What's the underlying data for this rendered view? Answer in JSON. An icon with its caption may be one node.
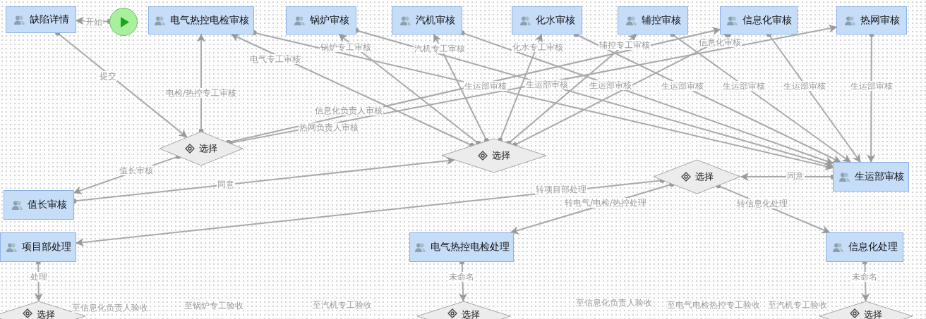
{
  "diagram": {
    "nodes": [
      {
        "text": [
          "缺陷详情"
        ]
      },
      {
        "text": [],
        "shape": "circle"
      },
      {
        "text": [
          "电气热控电检审核"
        ]
      },
      {
        "text": [
          "锅炉审核"
        ]
      },
      {
        "text": [
          "汽机审核"
        ]
      },
      {
        "text": [
          "化水审核"
        ]
      },
      {
        "text": [
          "辅控审核"
        ]
      },
      {
        "text": [
          "信息化审核"
        ]
      },
      {
        "text": [
          "热网审核"
        ]
      },
      {
        "text": [
          "选择"
        ]
      },
      {
        "text": [
          "选择"
        ]
      },
      {
        "text": [
          "值长审核"
        ]
      },
      {
        "text": [
          "选择"
        ]
      },
      {
        "text": [
          "生运部审核"
        ]
      },
      {
        "text": [
          "项目部处理"
        ]
      },
      {
        "text": [
          "电气热控电检处理"
        ]
      },
      {
        "text": [
          "信息化处理"
        ]
      },
      {
        "text": [
          "选择"
        ]
      },
      {
        "text": [
          "选择"
        ]
      },
      {
        "text": [
          "选择"
        ]
      }
    ],
    "edges": [
      {
        "from": 1,
        "to": 0,
        "arrow": "to",
        "label": "开始"
      },
      {
        "from": 0,
        "to": 9,
        "arrow": "to",
        "label": "提交"
      },
      {
        "from": 9,
        "to": 2,
        "arrow": "to",
        "label": "电检/热控专工审核"
      },
      {
        "from": 9,
        "to": 11,
        "arrow": "to",
        "label": "值长审核"
      },
      {
        "from": 9,
        "to": 7,
        "arrow": "to",
        "label": "信息化负责人审核"
      },
      {
        "from": 9,
        "to": 8,
        "arrow": "to",
        "label": "热网负责人审核"
      },
      {
        "from": 11,
        "to": 10,
        "arrow": "to",
        "label": "同意"
      },
      {
        "from": 10,
        "to": 2,
        "arrow": "to",
        "label": "电气专工审核"
      },
      {
        "from": 10,
        "to": 3,
        "arrow": "to",
        "label": "锅炉专工审核"
      },
      {
        "from": 10,
        "to": 4,
        "arrow": "to",
        "label": "汽机专工审核"
      },
      {
        "from": 10,
        "to": 5,
        "arrow": "to",
        "label": "化水专工审核"
      },
      {
        "from": 10,
        "to": 6,
        "arrow": "to",
        "label": "辅控专工审核"
      },
      {
        "from": 10,
        "to": 7,
        "arrow": "to",
        "label": "信息化审核"
      },
      {
        "from": 2,
        "to": 13,
        "arrow": "to",
        "label": "生运部审核"
      },
      {
        "from": 3,
        "to": 13,
        "arrow": "to",
        "label": "生运部审核"
      },
      {
        "from": 4,
        "to": 13,
        "arrow": "to",
        "label": "生运部审核"
      },
      {
        "from": 5,
        "to": 13,
        "arrow": "to",
        "label": "生运部审核"
      },
      {
        "from": 6,
        "to": 13,
        "arrow": "to",
        "label": "生运部审核"
      },
      {
        "from": 7,
        "to": 13,
        "arrow": "to",
        "label": "生运部审核"
      },
      {
        "from": 8,
        "to": 13,
        "arrow": "to",
        "label": "生运部审核"
      },
      {
        "from": 13,
        "to": 12,
        "arrow": "to",
        "label": "同意"
      },
      {
        "from": 12,
        "to": 14,
        "arrow": "to",
        "label": "转项目部处理"
      },
      {
        "from": 12,
        "to": 15,
        "arrow": "to",
        "label": "转电气/电检/热控处理"
      },
      {
        "from": 12,
        "to": 16,
        "arrow": "to",
        "label": "转信息化处理"
      },
      {
        "from": 14,
        "to": 17,
        "arrow": "to",
        "label": "处理"
      },
      {
        "from": 15,
        "to": 18,
        "arrow": "to",
        "label": "未命名"
      },
      {
        "from": 16,
        "to": 19,
        "arrow": "to",
        "label": "未命名"
      }
    ],
    "labels": [
      "至信息化负责人验收",
      "至锅炉专工验收",
      "至汽机专工验收",
      "至信息化负责人验收",
      "至电气电检热控专工验收",
      "至汽机专工验收"
    ]
  }
}
